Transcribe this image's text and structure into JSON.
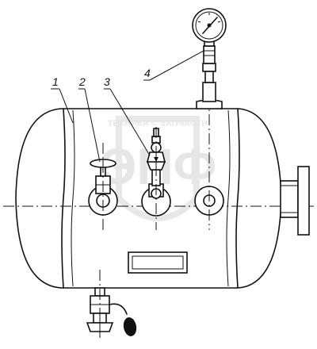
{
  "callouts": [
    {
      "id": "1",
      "label": "1"
    },
    {
      "id": "2",
      "label": "2"
    },
    {
      "id": "3",
      "label": "3"
    },
    {
      "id": "4",
      "label": "4"
    }
  ],
  "watermark": {
    "text": "ТЕХНИКА © ЗАПЧАСТИ",
    "logo": "ЭНФ"
  },
  "colors": {
    "line": "#111111",
    "background": "#ffffff",
    "watermark": "#e6e6e6"
  }
}
